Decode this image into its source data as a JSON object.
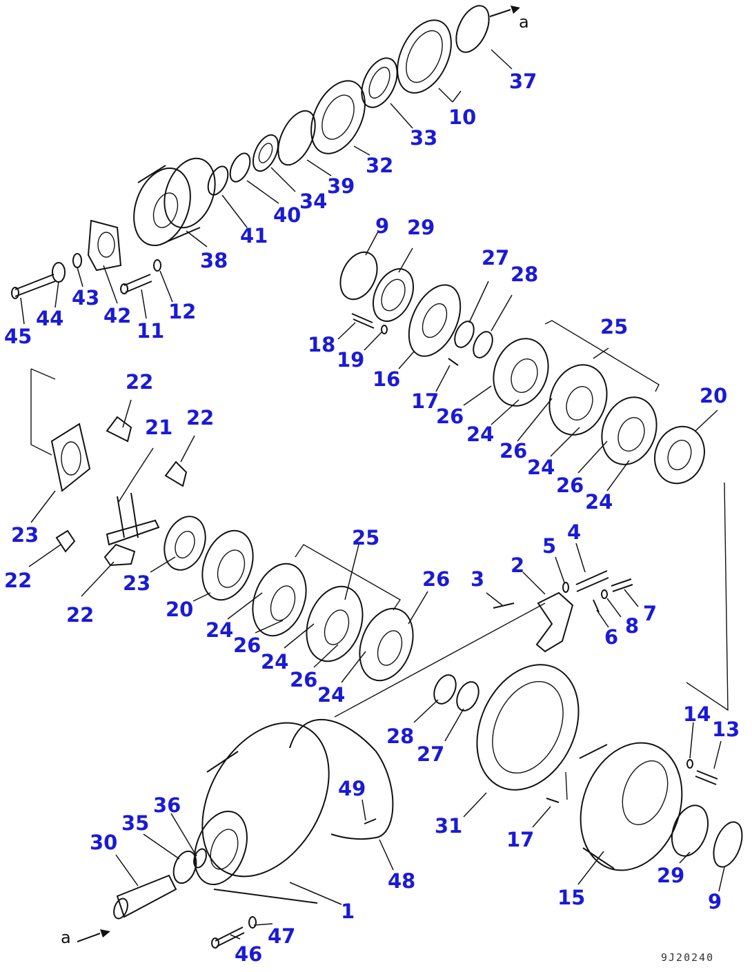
{
  "diagram": {
    "callouts": [
      "37",
      "10",
      "33",
      "32",
      "39",
      "34",
      "40",
      "41",
      "38",
      "42",
      "43",
      "44",
      "45",
      "11",
      "12",
      "9",
      "29",
      "27",
      "28",
      "25",
      "18",
      "19",
      "16",
      "17",
      "26",
      "24",
      "26",
      "24",
      "26",
      "24",
      "20",
      "22",
      "21",
      "22",
      "23",
      "22",
      "22",
      "23",
      "20",
      "25",
      "24",
      "26",
      "24",
      "26",
      "24",
      "26",
      "3",
      "2",
      "4",
      "5",
      "7",
      "8",
      "6",
      "28",
      "27",
      "14",
      "13",
      "31",
      "17",
      "15",
      "29",
      "9",
      "49",
      "48",
      "36",
      "35",
      "30",
      "1",
      "46",
      "47"
    ],
    "arrow_labels": [
      "a",
      "a"
    ],
    "drawing_code": "9J20240"
  }
}
